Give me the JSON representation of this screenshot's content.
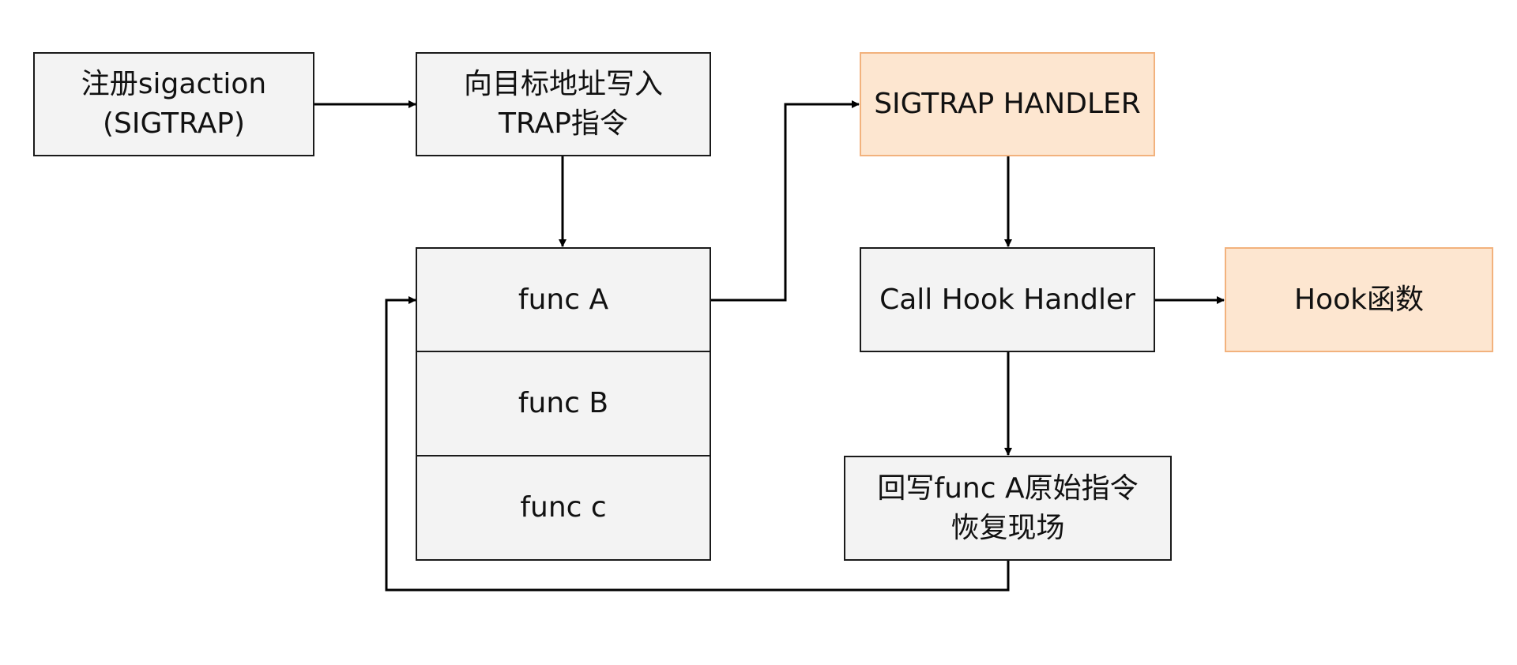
{
  "nodes": {
    "register_sigaction": "注册sigaction\n(SIGTRAP)",
    "write_trap": "向目标地址写入\nTRAP指令",
    "func_a": "func A",
    "func_b": "func B",
    "func_c": "func c",
    "sigtrap_handler": "SIGTRAP HANDLER",
    "call_hook_handler": "Call Hook Handler",
    "hook_function": "Hook函数",
    "restore": "回写func A原始指令\n恢复现场"
  },
  "colors": {
    "node_fill": "#f3f3f3",
    "node_border": "#1a1a1a",
    "highlight_fill": "#fde6d0",
    "highlight_border": "#f2b27d",
    "arrow": "#000000"
  }
}
